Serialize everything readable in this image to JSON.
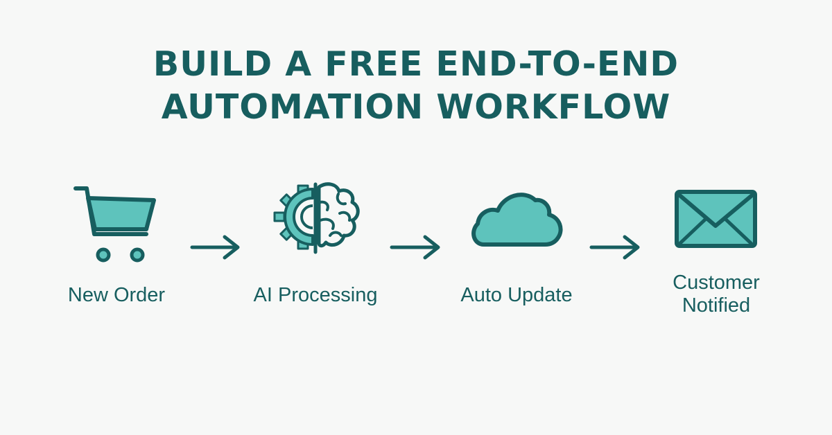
{
  "title": {
    "line1": "BUILD A FREE END-TO-END",
    "line2": "AUTOMATION WORKFLOW"
  },
  "colors": {
    "primary": "#175e5f",
    "accent": "#5ec3bc",
    "background": "#f7f8f7"
  },
  "steps": [
    {
      "icon": "shopping-cart-icon",
      "label": "New Order"
    },
    {
      "icon": "gear-brain-icon",
      "label": "AI Processing"
    },
    {
      "icon": "cloud-icon",
      "label": "Auto Update"
    },
    {
      "icon": "envelope-icon",
      "label_line1": "Customer",
      "label_line2": "Notified"
    }
  ],
  "connectors": [
    "arrow-right-icon",
    "arrow-right-icon",
    "arrow-right-icon"
  ]
}
